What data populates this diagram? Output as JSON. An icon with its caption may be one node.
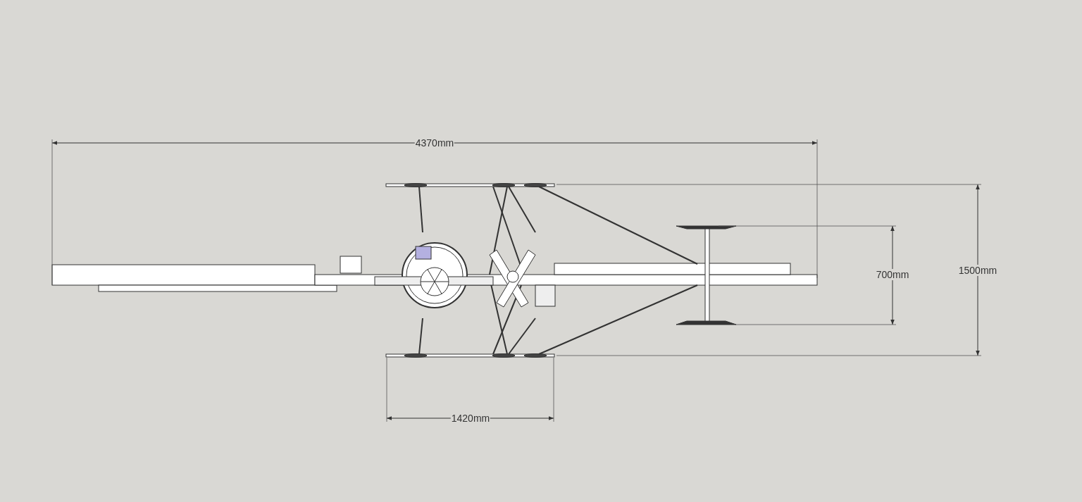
{
  "diagram": {
    "labels": [
      "4370mm",
      "700mm",
      "1500mm",
      "1420mm"
    ]
  }
}
